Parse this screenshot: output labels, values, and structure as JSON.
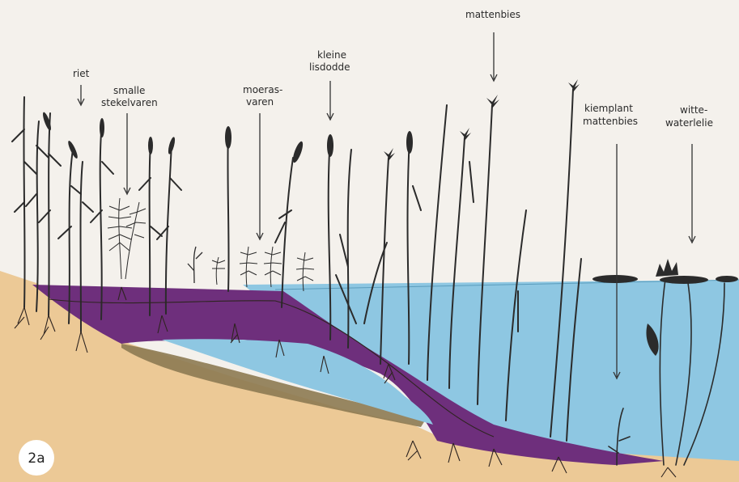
{
  "figure_label": "2a",
  "labels": {
    "riet": "riet",
    "stekelvaren_1": "smalle",
    "stekelvaren_2": "stekelvaren",
    "moerasvaren_1": "moeras-",
    "moerasvaren_2": "varen",
    "lisdodde_1": "kleine",
    "lisdodde_2": "lisdodde",
    "mattenbies": "mattenbies",
    "kiemplant_1": "kiemplant",
    "kiemplant_2": "mattenbies",
    "waterlelie_1": "witte-",
    "waterlelie_2": "waterlelie"
  },
  "colors": {
    "sky": "#f4f1ec",
    "sand": "#ecc996",
    "water": "#8ec7e2",
    "peat": "#6e2f7c",
    "mud": "#8d7a52",
    "plant": "#2b2b2b"
  }
}
